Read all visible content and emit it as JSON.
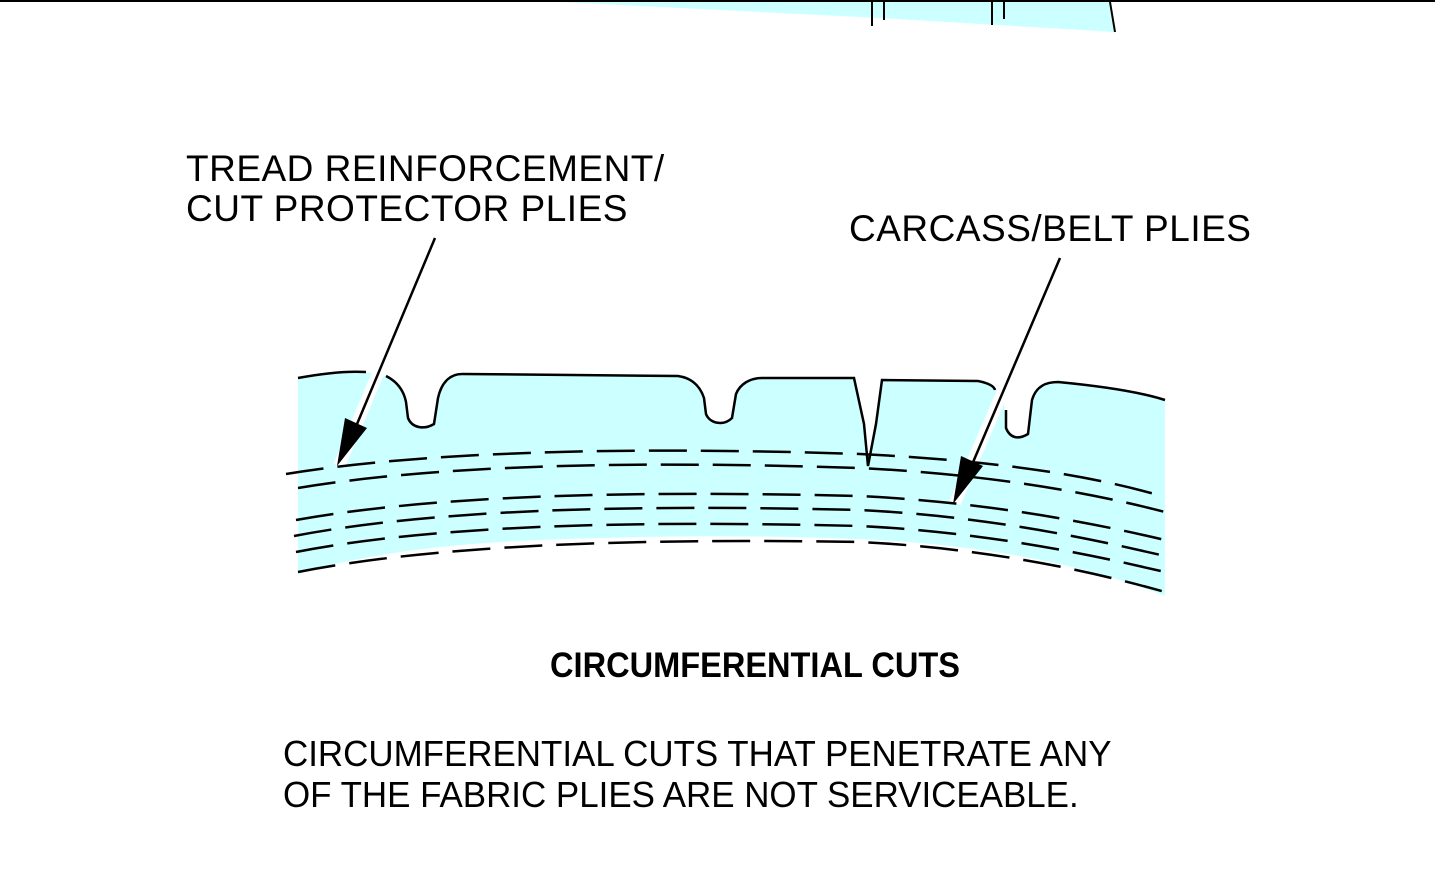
{
  "figure": {
    "labels": {
      "tread_reinforcement_line1": "TREAD REINFORCEMENT/",
      "tread_reinforcement_line2": "CUT PROTECTOR PLIES",
      "carcass_belt": "CARCASS/BELT PLIES"
    },
    "title": "CIRCUMFERENTIAL CUTS",
    "description_line1": "CIRCUMFERENTIAL CUTS THAT PENETRATE ANY",
    "description_line2": "OF THE FABRIC PLIES ARE NOT SERVICEABLE.",
    "colors": {
      "tire_fill": "#ccffff",
      "line": "#000000",
      "background": "#ffffff"
    }
  }
}
